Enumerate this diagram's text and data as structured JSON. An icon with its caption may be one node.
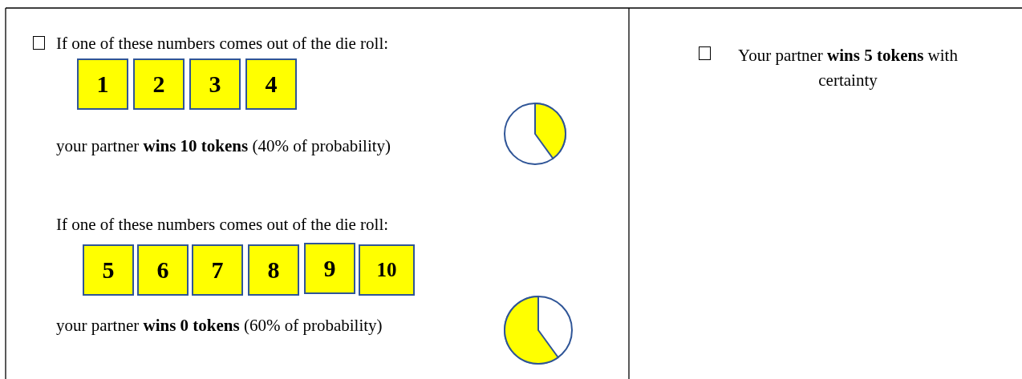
{
  "diagram": {
    "nodes": [
      {
        "text": [
          "1"
        ]
      },
      {
        "text": [
          "2"
        ]
      },
      {
        "text": [
          "3"
        ]
      },
      {
        "text": [
          "4"
        ]
      },
      {
        "text": [
          "5"
        ]
      },
      {
        "text": [
          "6"
        ]
      },
      {
        "text": [
          "7"
        ]
      },
      {
        "text": [
          "8"
        ]
      },
      {
        "text": [
          "9"
        ]
      },
      {
        "text": [
          "10"
        ]
      }
    ],
    "edges": [],
    "labels": [
      "If one of these numbers comes out of the die roll:",
      "Your partner **wins 5 tokens** with certainty",
      "your partner **wins 10 tokens** (40% of probability)",
      "If one of these numbers comes out of the die roll:",
      "your partner **wins 0 tokens** (60% of probability)"
    ]
  }
}
